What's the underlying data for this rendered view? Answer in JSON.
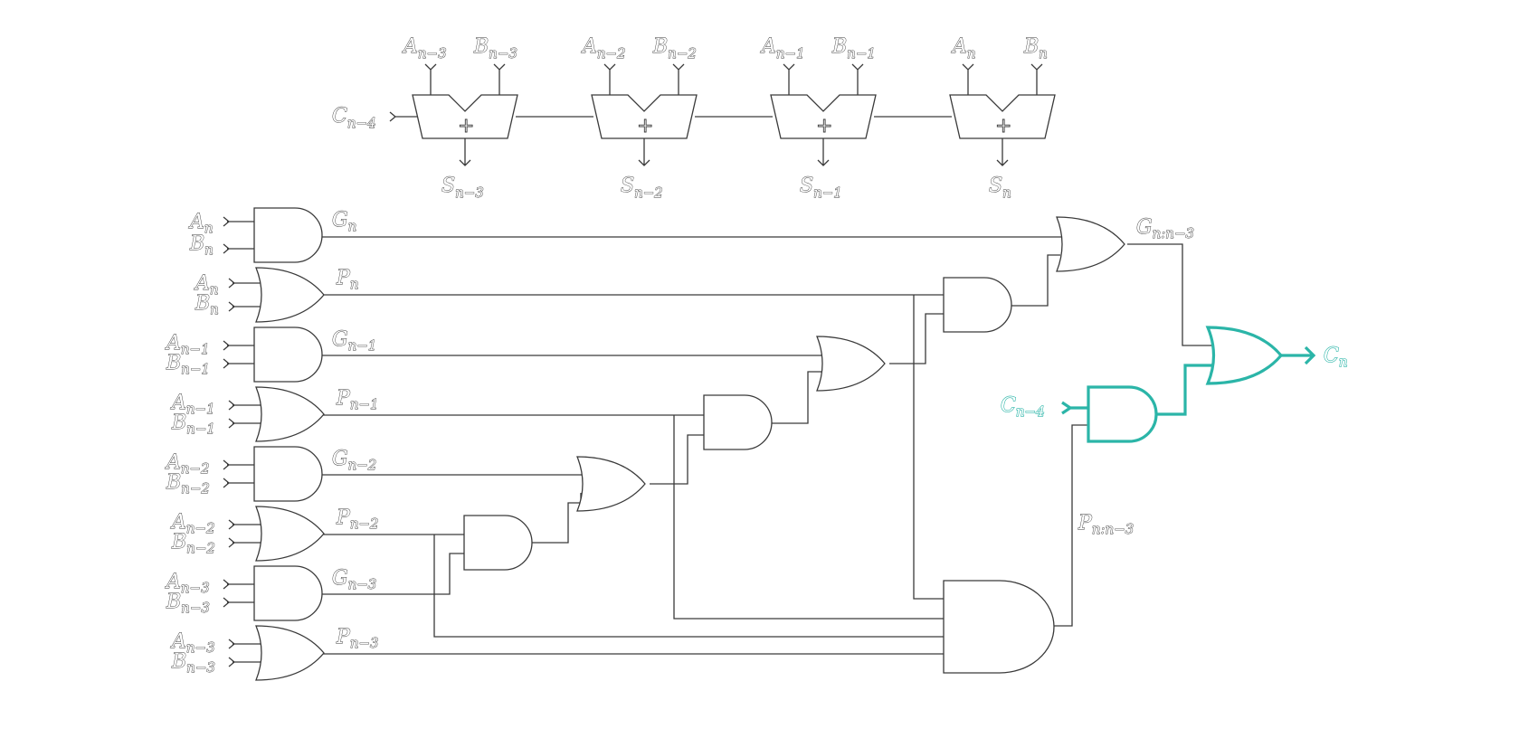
{
  "adders": [
    {
      "a": "A",
      "a_sub": "n−3",
      "b": "B",
      "b_sub": "n−3",
      "s": "S",
      "s_sub": "n−3",
      "op": "+"
    },
    {
      "a": "A",
      "a_sub": "n−2",
      "b": "B",
      "b_sub": "n−2",
      "s": "S",
      "s_sub": "n−2",
      "op": "+"
    },
    {
      "a": "A",
      "a_sub": "n−1",
      "b": "B",
      "b_sub": "n−1",
      "s": "S",
      "s_sub": "n−1",
      "op": "+"
    },
    {
      "a": "A",
      "a_sub": "n",
      "b": "B",
      "b_sub": "n",
      "s": "S",
      "s_sub": "n",
      "op": "+"
    }
  ],
  "carry_in": {
    "main": "C",
    "sub": "n−4"
  },
  "input_gates": [
    {
      "type": "and",
      "a": "A",
      "a_sub": "n",
      "b": "B",
      "b_sub": "n",
      "out": "G",
      "out_sub": "n"
    },
    {
      "type": "or",
      "a": "A",
      "a_sub": "n",
      "b": "B",
      "b_sub": "n",
      "out": "P",
      "out_sub": "n"
    },
    {
      "type": "and",
      "a": "A",
      "a_sub": "n−1",
      "b": "B",
      "b_sub": "n−1",
      "out": "G",
      "out_sub": "n−1"
    },
    {
      "type": "or",
      "a": "A",
      "a_sub": "n−1",
      "b": "B",
      "b_sub": "n−1",
      "out": "P",
      "out_sub": "n−1"
    },
    {
      "type": "and",
      "a": "A",
      "a_sub": "n−2",
      "b": "B",
      "b_sub": "n−2",
      "out": "G",
      "out_sub": "n−2"
    },
    {
      "type": "or",
      "a": "A",
      "a_sub": "n−2",
      "b": "B",
      "b_sub": "n−2",
      "out": "P",
      "out_sub": "n−2"
    },
    {
      "type": "and",
      "a": "A",
      "a_sub": "n−3",
      "b": "B",
      "b_sub": "n−3",
      "out": "G",
      "out_sub": "n−3"
    },
    {
      "type": "or",
      "a": "A",
      "a_sub": "n−3",
      "b": "B",
      "b_sub": "n−3",
      "out": "P",
      "out_sub": "n−3"
    }
  ],
  "group_generate": {
    "main": "G",
    "sub": "n:n−3"
  },
  "group_propagate": {
    "main": "P",
    "sub": "n:n−3"
  },
  "carry_lookahead": {
    "in": "C",
    "in_sub": "n−4",
    "out": "C",
    "out_sub": "n"
  },
  "colors": {
    "line": "#3a3a3a",
    "highlight": "#2bb5a8"
  }
}
